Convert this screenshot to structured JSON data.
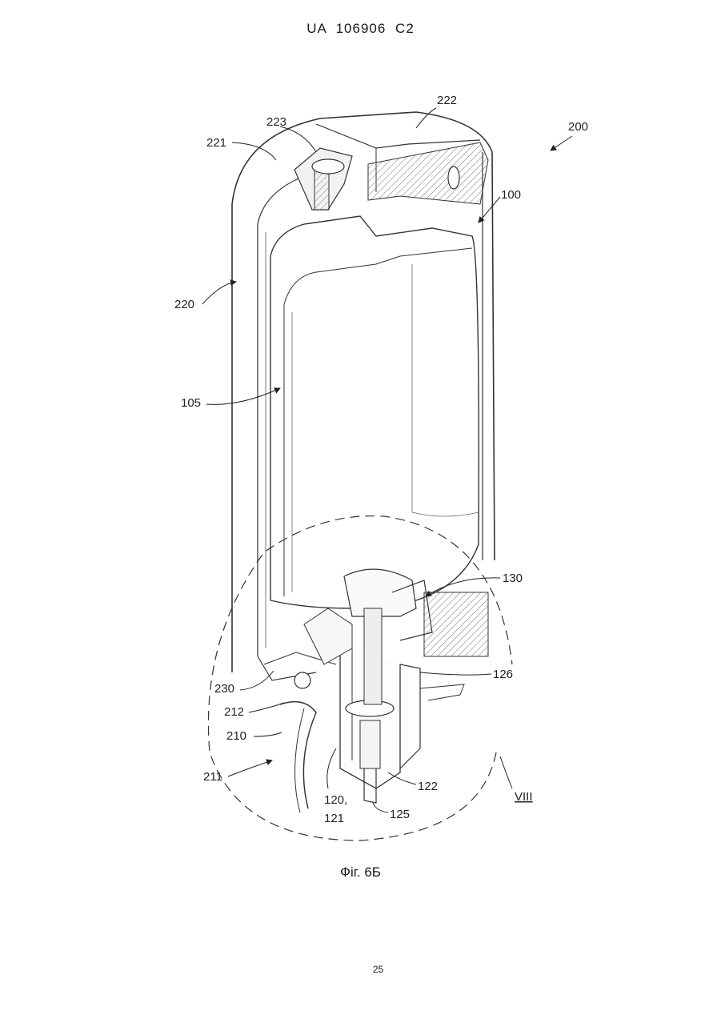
{
  "header": {
    "patent_id": "UA   106906   C2"
  },
  "figure": {
    "labels": {
      "l200": "200",
      "l222": "222",
      "l223": "223",
      "l221": "221",
      "l100": "100",
      "l220": "220",
      "l105": "105",
      "l130": "130",
      "l126": "126",
      "l230": "230",
      "l212": "212",
      "l210": "210",
      "l211": "211",
      "l122": "122",
      "l120": "120,",
      "l121": "121",
      "l125": "125",
      "lVIII": "VIII"
    },
    "caption": "Фіг. 6Б"
  },
  "footer": {
    "page_number": "25"
  }
}
